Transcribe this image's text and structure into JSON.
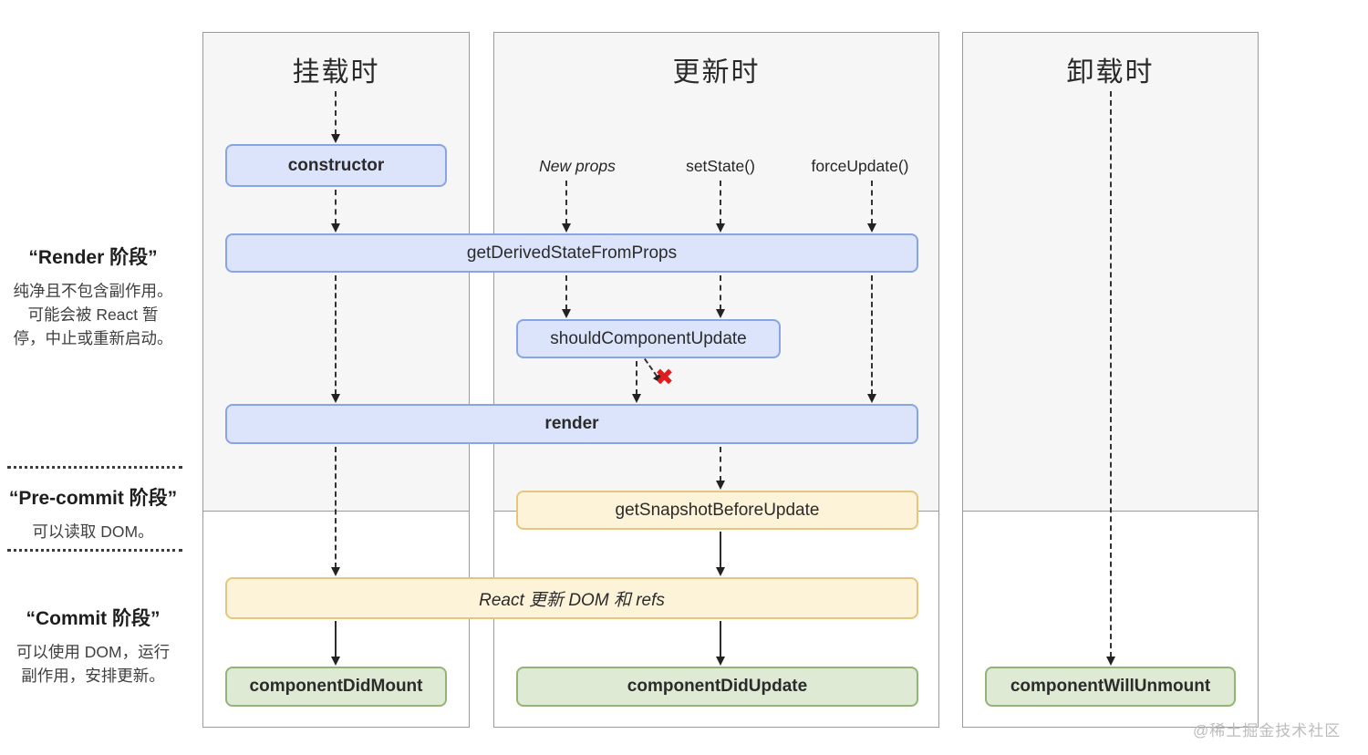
{
  "sidebar": {
    "render_phase": {
      "title": "“Render 阶段”",
      "line1": "纯净且不包含副作用。",
      "line2": "可能会被 React 暂",
      "line3": "停，中止或重新启动。"
    },
    "precommit_phase": {
      "title": "“Pre-commit 阶段”",
      "line1": "可以读取 DOM。"
    },
    "commit_phase": {
      "title": "“Commit 阶段”",
      "line1": "可以使用 DOM，运行",
      "line2": "副作用，安排更新。"
    }
  },
  "columns": {
    "mounting": {
      "title": "挂载时"
    },
    "updating": {
      "title": "更新时",
      "triggers": [
        "New props",
        "setState()",
        "forceUpdate()"
      ]
    },
    "unmounting": {
      "title": "卸载时"
    }
  },
  "nodes": {
    "constructor_label": "constructor",
    "get_derived_state_from_props": "getDerivedStateFromProps",
    "should_component_update": "shouldComponentUpdate",
    "render_label": "render",
    "get_snapshot_before_update": "getSnapshotBeforeUpdate",
    "react_updates_dom": "React 更新 DOM 和 refs",
    "component_did_mount": "componentDidMount",
    "component_did_update": "componentDidUpdate",
    "component_will_unmount": "componentWillUnmount"
  },
  "icons": {
    "block_update_x": "✖"
  },
  "colors": {
    "blue_fill": "#dbe4fa",
    "blue_border": "#89a4e4",
    "yellow_fill": "#fdf3d8",
    "yellow_border": "#e7c57e",
    "green_fill": "#dfead4",
    "green_border": "#92b474",
    "column_gray": "#f6f6f7",
    "x_red": "#e01c1c"
  },
  "watermark": "@稀土掘金技术社区"
}
